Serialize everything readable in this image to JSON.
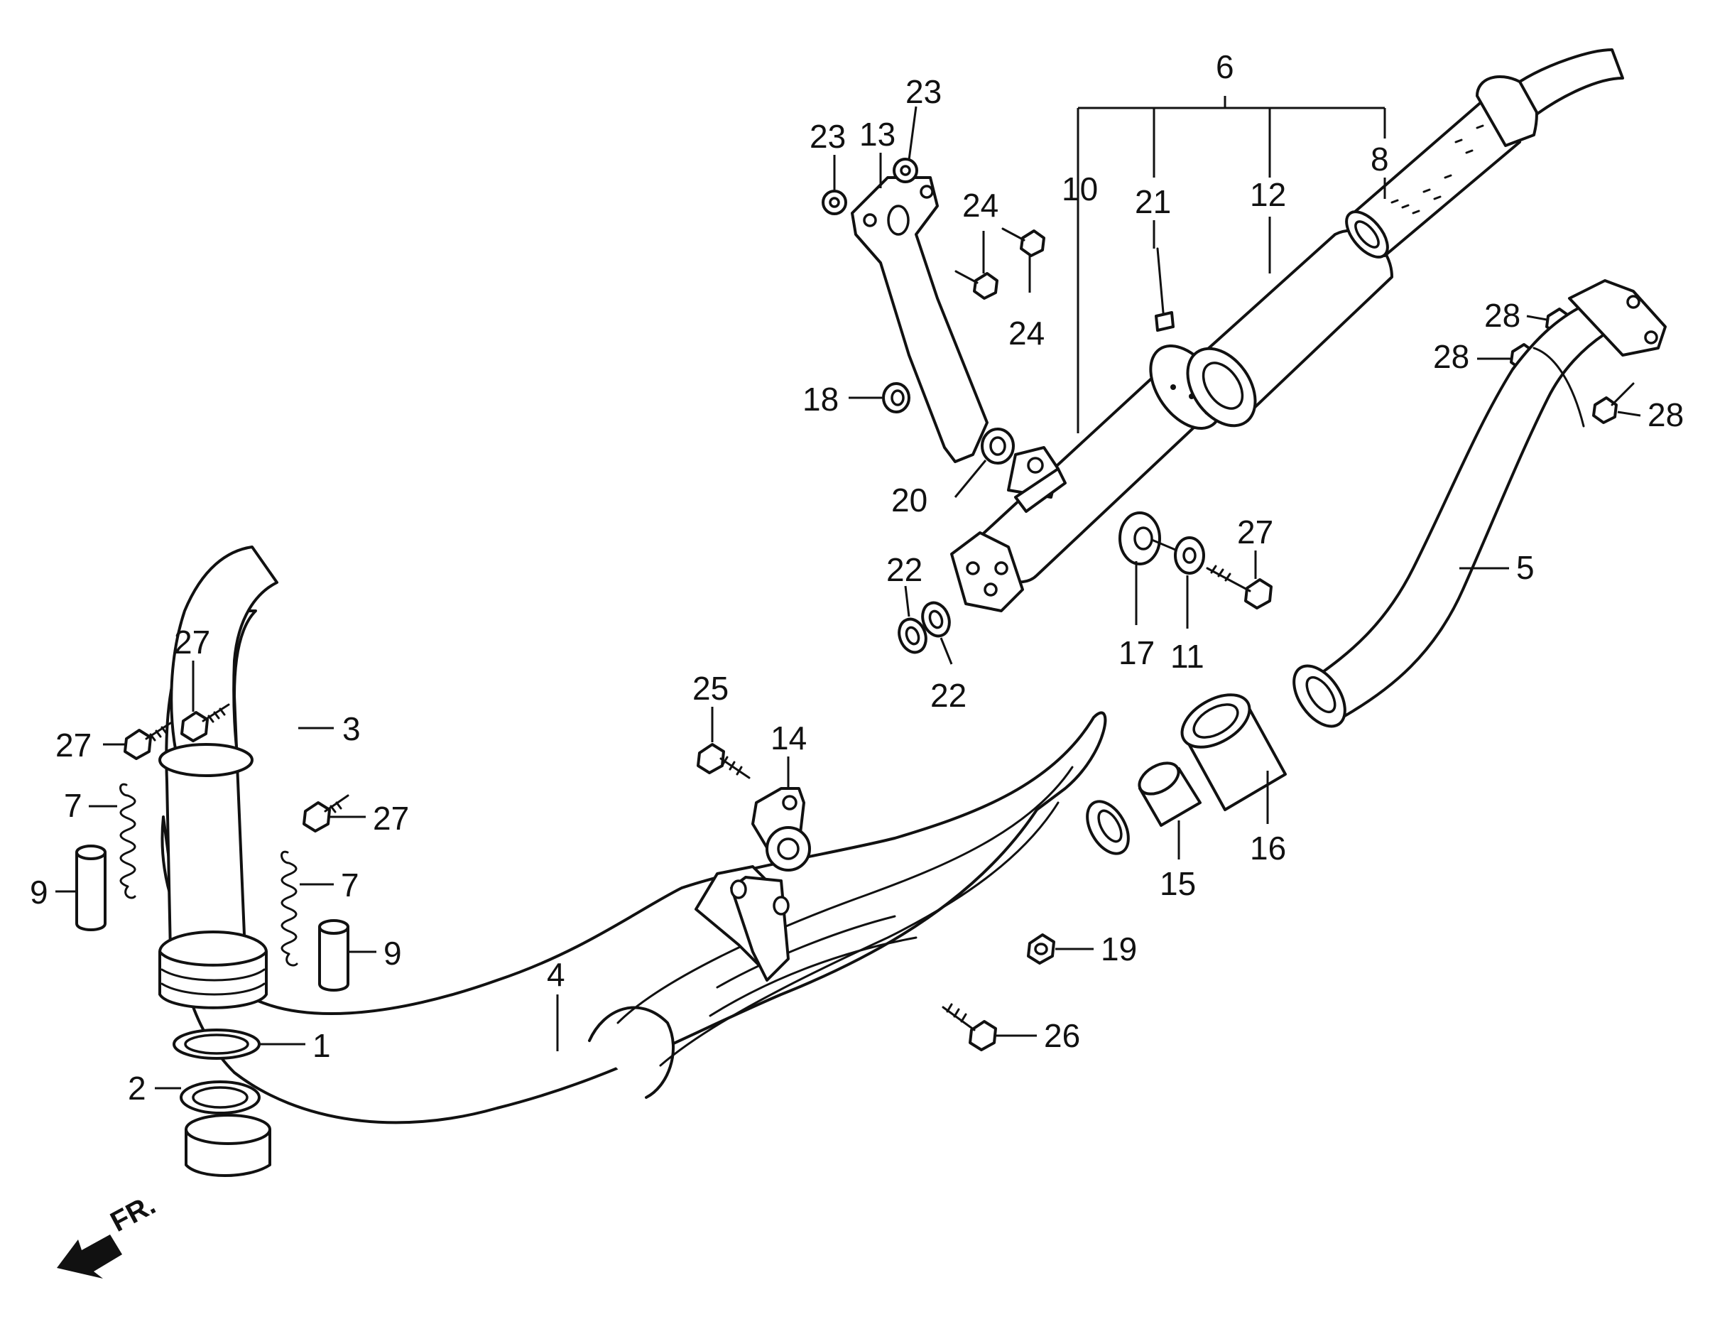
{
  "direction": {
    "label": "FR."
  },
  "callouts": {
    "c1": "1",
    "c2": "2",
    "c3": "3",
    "c4": "4",
    "c5": "5",
    "c6": "6",
    "c7a": "7",
    "c7b": "7",
    "c8": "8",
    "c9a": "9",
    "c9b": "9",
    "c10": "10",
    "c11": "11",
    "c12": "12",
    "c13": "13",
    "c14": "14",
    "c15": "15",
    "c16": "16",
    "c17": "17",
    "c18": "18",
    "c19": "19",
    "c20": "20",
    "c21": "21",
    "c22a": "22",
    "c22b": "22",
    "c23a": "23",
    "c23b": "23",
    "c24a": "24",
    "c24b": "24",
    "c25": "25",
    "c26": "26",
    "c27a": "27",
    "c27b": "27",
    "c27c": "27",
    "c27d": "27",
    "c28a": "28",
    "c28b": "28",
    "c28c": "28"
  }
}
